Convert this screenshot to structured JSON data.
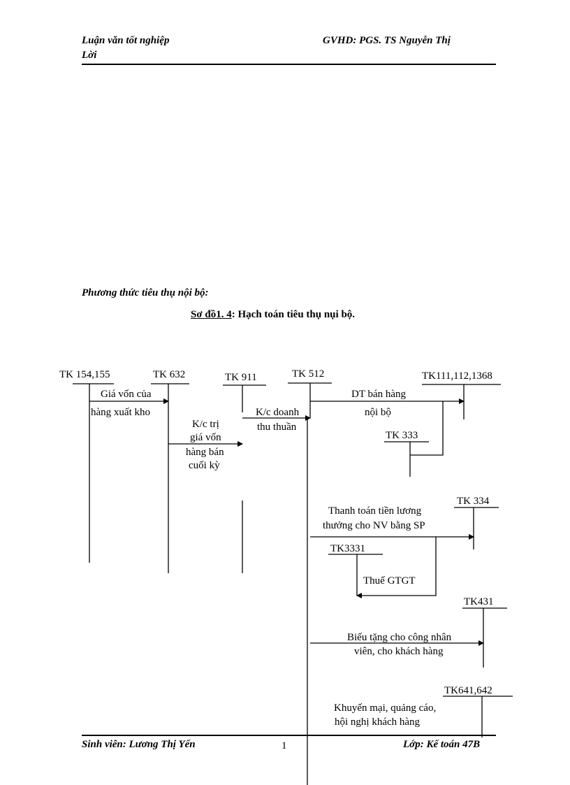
{
  "header": {
    "left_line1": "Luận văn tốt nghiệp",
    "left_line2": "Lời",
    "right": "GVHD: PGS. TS Nguyễn Thị"
  },
  "section_title": "Phương thức tiêu thụ nội bộ:",
  "caption": {
    "label": "Sơ đồ1. 4",
    "text": ": Hạch toán tiêu thụ nụi bộ."
  },
  "diagram": {
    "accounts": {
      "tk154": "TK 154,155",
      "tk632": "TK 632",
      "tk911": "TK 911",
      "tk512": "TK 512",
      "tk111": "TK111,112,1368",
      "tk333": "TK 333",
      "tk334": "TK 334",
      "tk3331": "TK3331",
      "tk431": "TK431",
      "tk641": "TK641,642"
    },
    "flows": {
      "gia_von_1": "Giá vốn của",
      "gia_von_2": "hàng xuất kho",
      "kc_tri_1": "K/c trị",
      "kc_tri_2": "giá vốn",
      "kc_tri_3": "hàng bán",
      "kc_tri_4": "cuối kỳ",
      "kc_dt_1": "K/c doanh",
      "kc_dt_2": "thu thuần",
      "dt_1": "DT bán hàng",
      "dt_2": "nội bộ",
      "luong_1": "Thanh toán tiền lương",
      "luong_2": "thưởng cho NV bằng SP",
      "thue": "Thuế GTGT",
      "bieu_1": "Biếu tặng cho công nhân",
      "bieu_2": "viên, cho khách hàng",
      "km_1": "Khuyến mại, quảng cáo,",
      "km_2": "hội nghị khách hàng"
    }
  },
  "footer": {
    "left": "Sinh viên: Lương Thị Yến",
    "page": "1",
    "right": "Lớp: Kế toán 47B"
  }
}
